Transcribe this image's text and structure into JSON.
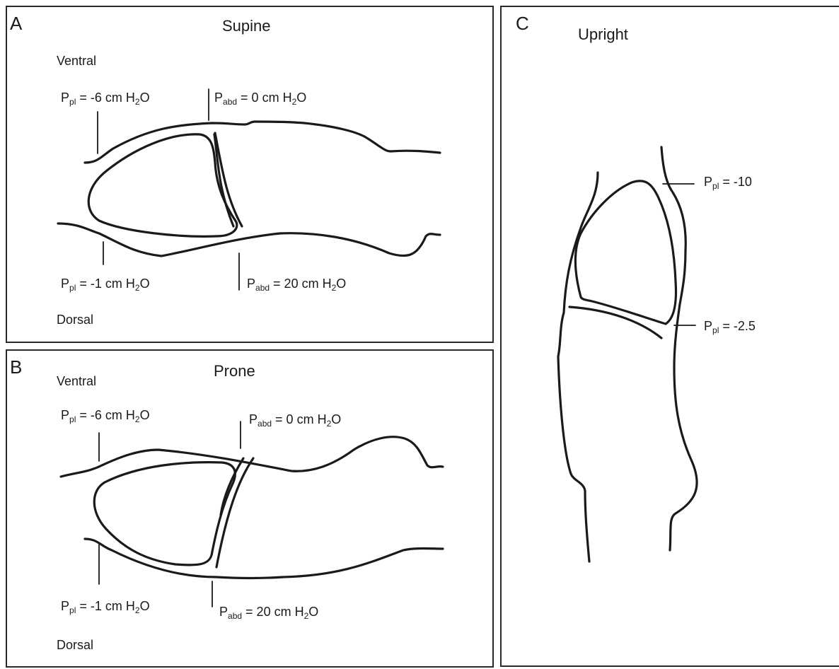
{
  "panels": {
    "a": {
      "letter": "A",
      "title": "Supine",
      "top_side": "Ventral",
      "bottom_side": "Dorsal",
      "labels": {
        "ppl_top": {
          "sym": "P",
          "sub": "pl",
          "rest": " = -6 cm H",
          "sub2": "2",
          "tail": "O"
        },
        "pabd_top": {
          "sym": "P",
          "sub": "abd",
          "rest": " = 0 cm H",
          "sub2": "2",
          "tail": "O"
        },
        "ppl_bottom": {
          "sym": "P",
          "sub": "pl",
          "rest": " = -1 cm H",
          "sub2": "2",
          "tail": "O"
        },
        "pabd_bottom": {
          "sym": "P",
          "sub": "abd",
          "rest": " = 20 cm H",
          "sub2": "2",
          "tail": "O"
        }
      }
    },
    "b": {
      "letter": "B",
      "title": "Prone",
      "top_side": "Ventral",
      "bottom_side": "Dorsal",
      "labels": {
        "ppl_top": {
          "sym": "P",
          "sub": "pl",
          "rest": " = -6 cm H",
          "sub2": "2",
          "tail": "O"
        },
        "pabd_top": {
          "sym": "P",
          "sub": "abd",
          "rest": " = 0 cm H",
          "sub2": "2",
          "tail": "O"
        },
        "ppl_bottom": {
          "sym": "P",
          "sub": "pl",
          "rest": " = -1 cm H",
          "sub2": "2",
          "tail": "O"
        },
        "pabd_bottom": {
          "sym": "P",
          "sub": "abd",
          "rest": " = 20 cm H",
          "sub2": "2",
          "tail": "O"
        }
      }
    },
    "c": {
      "letter": "C",
      "title": "Upright",
      "labels": {
        "ppl_top": {
          "sym": "P",
          "sub": "pl",
          "rest": " = -10"
        },
        "ppl_bottom": {
          "sym": "P",
          "sub": "pl",
          "rest": " = -2.5"
        }
      }
    }
  },
  "colors": {
    "stroke": "#1a1a1a",
    "border": "#2b2b2b",
    "background": "#ffffff"
  }
}
